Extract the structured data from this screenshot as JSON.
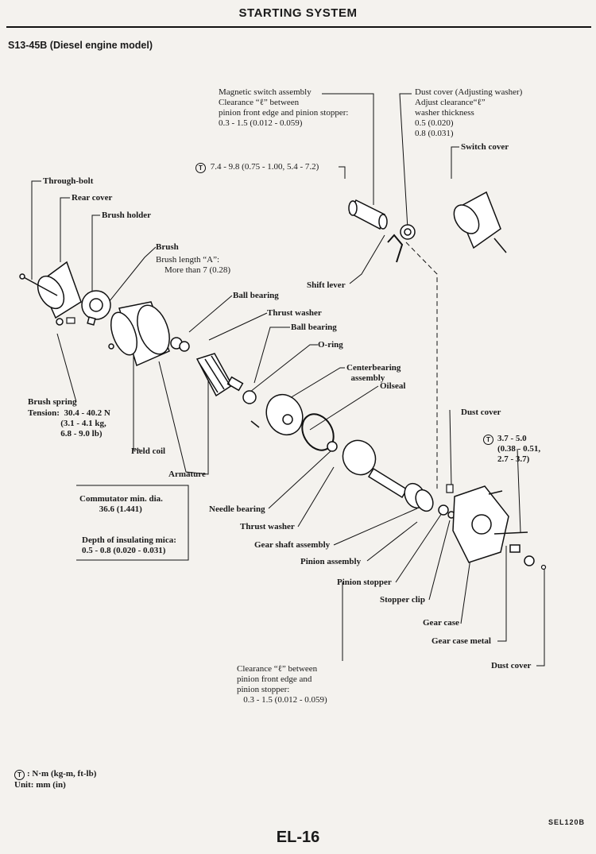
{
  "header": {
    "title": "STARTING SYSTEM"
  },
  "section": {
    "title": "S13-45B (Diesel engine model)"
  },
  "labels": {
    "magnetic_switch": "Magnetic switch assembly\nClearance “ℓ” between\npinion front edge and pinion stopper:\n0.3 - 1.5 (0.012 - 0.059)",
    "dust_cover_adj": "Dust cover (Adjusting washer)\nAdjust clearance“ℓ”\nwasher thickness\n0.5 (0.020)\n0.8 (0.031)",
    "switch_cover": "Switch cover",
    "torque_switch": "7.4 - 9.8 (0.75 - 1.00, 5.4 - 7.2)",
    "through_bolt": "Through-bolt",
    "rear_cover": "Rear cover",
    "brush_holder": "Brush holder",
    "brush": "Brush",
    "brush_length": "Brush length “A”:\n    More than 7 (0.28)",
    "shift_lever": "Shift lever",
    "ball_bearing_1": "Ball bearing",
    "thrust_washer_1": "Thrust washer",
    "ball_bearing_2": "Ball bearing",
    "o_ring": "O-ring",
    "centerbearing": "Centerbearing\n  assembly",
    "oilseal": "Oilseal",
    "brush_spring": "Brush spring",
    "tension": "Tension:  30.4 - 40.2 N\n               (3.1 - 4.1 kg,\n               6.8 - 9.0 lb)",
    "field_coil": "Field coil",
    "armature": "Armature",
    "dust_cover_2": "Dust cover",
    "torque_case": "3.7 - 5.0\n(0.38 - 0.51,\n2.7 - 3.7)",
    "commutator": "Commutator min. dia.\n         36.6 (1.441)",
    "insulating_mica": "Depth of insulating mica:\n0.5 - 0.8 (0.020 - 0.031)",
    "needle_bearing": "Needle bearing",
    "thrust_washer_2": "Thrust washer",
    "gear_shaft": "Gear shaft assembly",
    "pinion_assembly": "Pinion assembly",
    "pinion_stopper": "Pinion stopper",
    "stopper_clip": "Stopper clip",
    "gear_case": "Gear case",
    "gear_case_metal": "Gear case metal",
    "dust_cover_3": "Dust cover",
    "clearance_bottom": "Clearance “ℓ” between\npinion front edge and\npinion stopper:\n   0.3 - 1.5 (0.012 - 0.059)"
  },
  "legend": {
    "torque_symbol": "T",
    "torque_units": ": N·m (kg-m, ft-lb)",
    "unit": "Unit:  mm (in)"
  },
  "figure_code": "SEL120B",
  "page_number": "EL-16"
}
